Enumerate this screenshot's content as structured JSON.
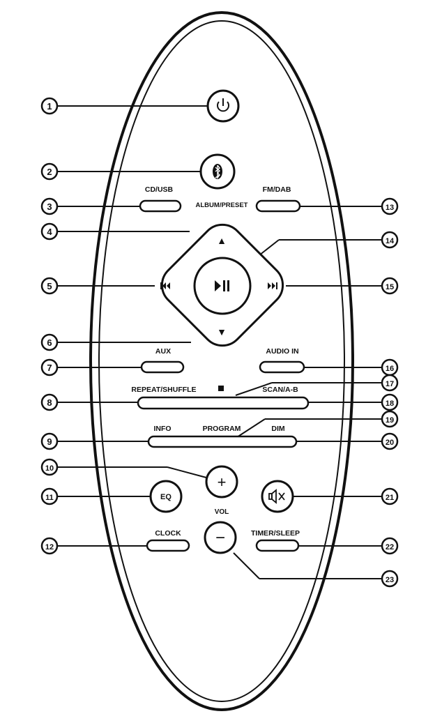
{
  "remote": {
    "buttons": {
      "power": {
        "icon": "power-icon"
      },
      "bluetooth": {
        "icon": "bluetooth-icon"
      },
      "cd_usb": {
        "label": "CD/USB"
      },
      "fm_dab": {
        "label": "FM/DAB"
      },
      "album_preset": {
        "label": "ALBUM/PRESET"
      },
      "up": {
        "icon": "up-arrow-icon",
        "glyph": "▲"
      },
      "down": {
        "icon": "down-arrow-icon",
        "glyph": "▼"
      },
      "prev": {
        "icon": "previous-track-icon",
        "glyph": "⏮"
      },
      "next": {
        "icon": "next-track-icon",
        "glyph": "⏭"
      },
      "play_pause": {
        "icon": "play-pause-icon",
        "glyph": "▶II"
      },
      "aux": {
        "label": "AUX"
      },
      "audio_in": {
        "label": "AUDIO IN"
      },
      "repeat_shuffle": {
        "label": "REPEAT/SHUFFLE"
      },
      "stop": {
        "icon": "stop-icon",
        "glyph": "■"
      },
      "scan_ab": {
        "label": "SCAN/A-B"
      },
      "info": {
        "label": "INFO"
      },
      "program": {
        "label": "PROGRAM"
      },
      "dim": {
        "label": "DIM"
      },
      "vol_plus": {
        "glyph": "+"
      },
      "vol_minus": {
        "glyph": "−"
      },
      "vol": {
        "label": "VOL"
      },
      "eq": {
        "label": "EQ"
      },
      "mute": {
        "icon": "mute-icon"
      },
      "clock": {
        "label": "CLOCK"
      },
      "timer_sleep": {
        "label": "TIMER/SLEEP"
      }
    },
    "callouts": [
      "1",
      "2",
      "3",
      "4",
      "5",
      "6",
      "7",
      "8",
      "9",
      "10",
      "11",
      "12",
      "13",
      "14",
      "15",
      "16",
      "17",
      "18",
      "19",
      "20",
      "21",
      "22",
      "23"
    ]
  }
}
